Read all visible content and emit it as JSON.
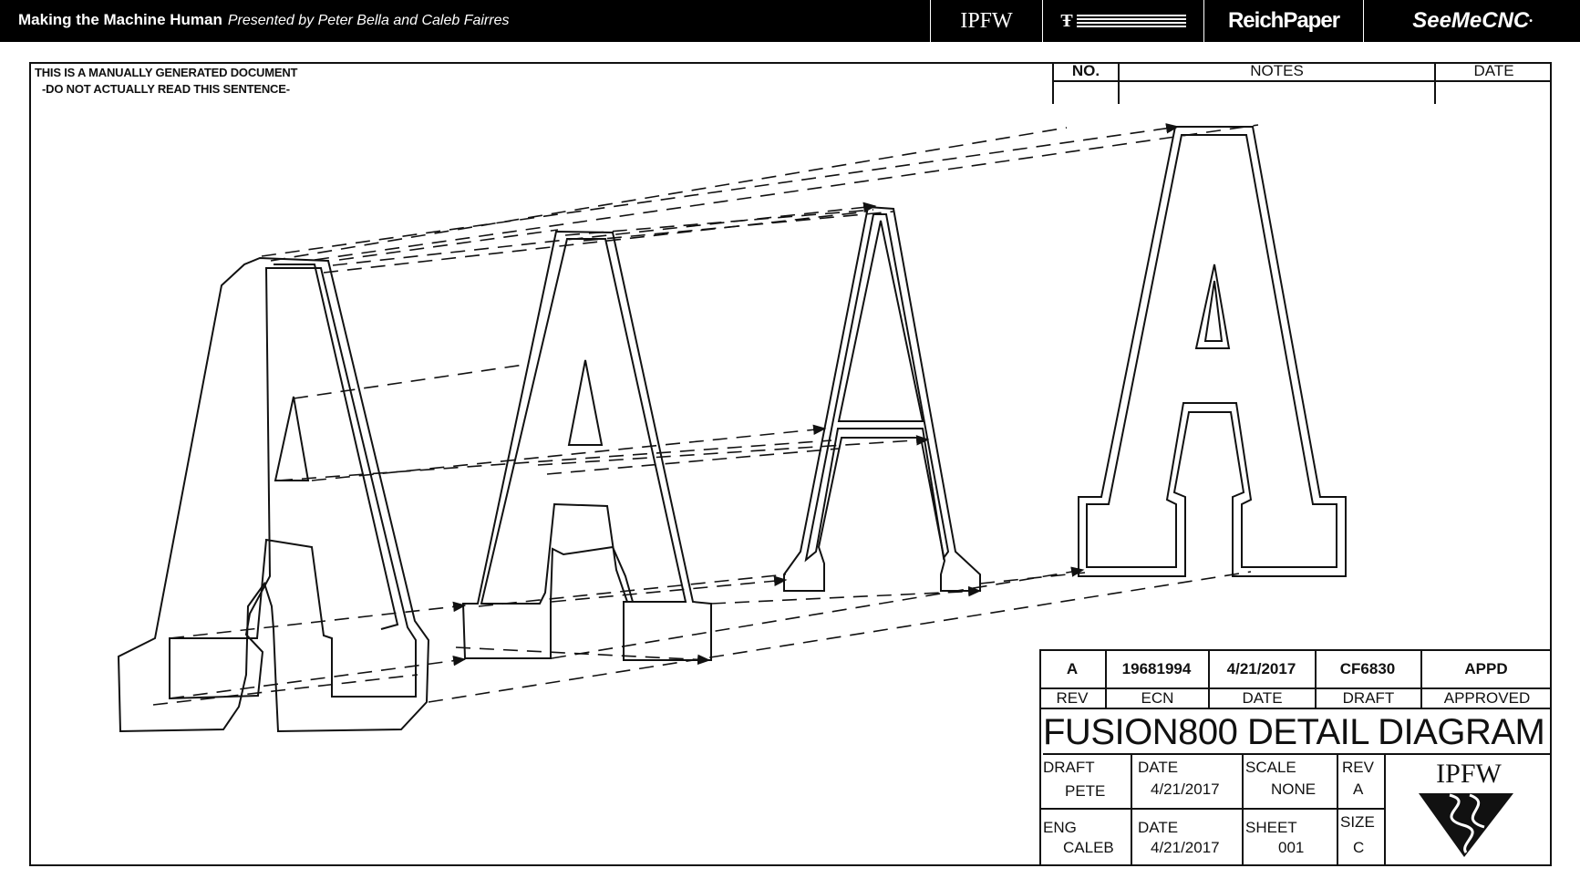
{
  "header": {
    "title": "Making the Machine Human",
    "subtitle": "Presented by Peter Bella and Caleb Fairres",
    "logos": {
      "ipfw": "IPFW",
      "reichpaper": "ReichPaper",
      "seemecnc": "SeeMeCNC"
    }
  },
  "document": {
    "note_line_1": "THIS IS A MANUALLY GENERATED DOCUMENT",
    "note_line_2": "-DO NOT ACTUALLY READ THIS SENTENCE-"
  },
  "revision_table": {
    "headers": [
      "NO.",
      "NOTES",
      "DATE"
    ]
  },
  "title_block": {
    "rev_values": [
      "A",
      "19681994",
      "4/21/2017",
      "CF6830",
      "APPD"
    ],
    "rev_labels": [
      "REV",
      "ECN",
      "DATE",
      "DRAFT",
      "APPROVED"
    ],
    "title": "FUSION800 DETAIL DIAGRAM",
    "draft_label": "DRAFT",
    "draft_value": "PETE",
    "date_label": "DATE",
    "date_value": "4/21/2017",
    "scale_label": "SCALE",
    "scale_value": "NONE",
    "rev_label": "REV",
    "rev_value": "A",
    "eng_label": "ENG",
    "eng_value": "CALEB",
    "date2_label": "DATE",
    "date2_value": "4/21/2017",
    "sheet_label": "SHEET",
    "sheet_value": "001",
    "size_label": "SIZE",
    "size_value": "C",
    "logo_text": "IPFW"
  },
  "icons": [
    "ipfw-wave-logo-icon",
    "type-high-logo-icon"
  ]
}
